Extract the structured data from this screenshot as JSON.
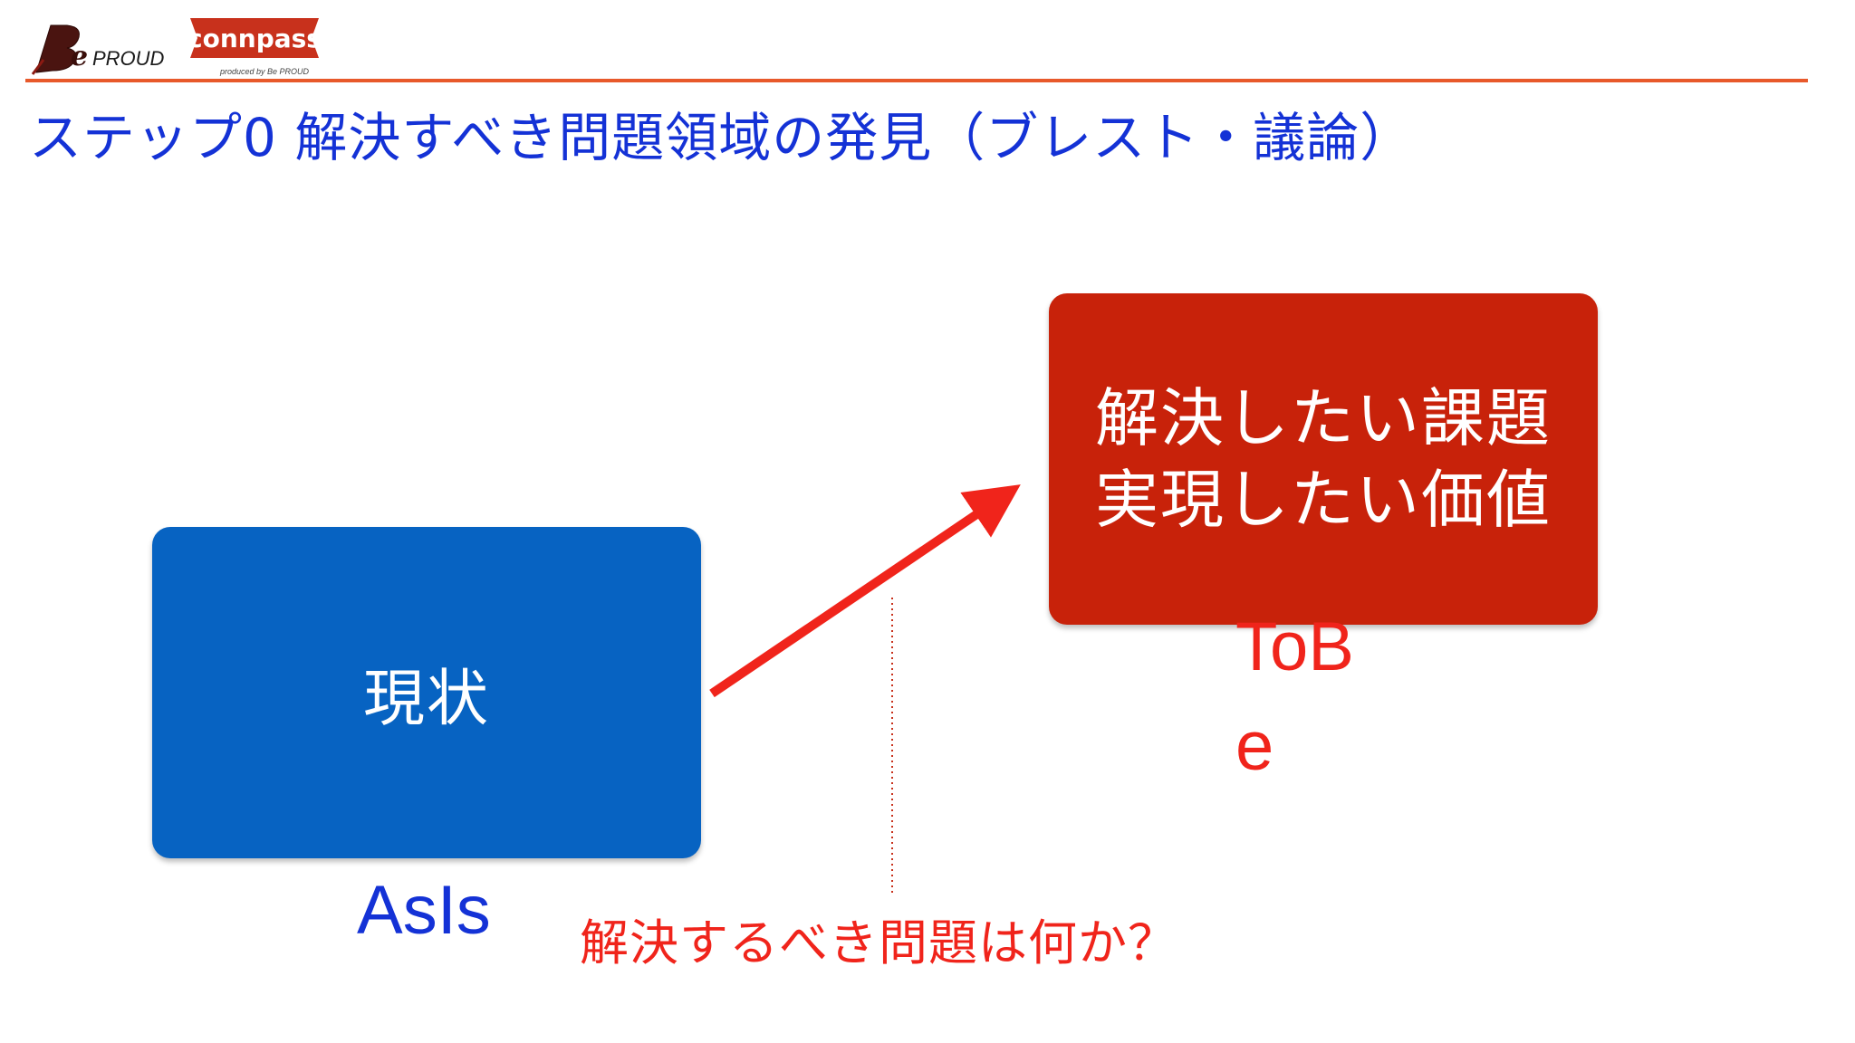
{
  "logos": {
    "beproud_text": "Be PROUD",
    "connpass_text": "connpass",
    "connpass_sub": "produced by Be PROUD"
  },
  "title": "ステップ0 解決すべき問題領域の発見（ブレスト・議論）",
  "asis_box": {
    "label": "現状"
  },
  "tobe_box": {
    "line1": "解決したい課題",
    "line2": "実現したい価値"
  },
  "asis_label": "AsIs",
  "tobe_label": "ToBe",
  "question": "解決するべき問題は何か？",
  "colors": {
    "title": "#1432d6",
    "asis_box": "#0763c2",
    "tobe_box": "#c8220a",
    "accent_red": "#f0241b",
    "rule": "#e8592b"
  }
}
